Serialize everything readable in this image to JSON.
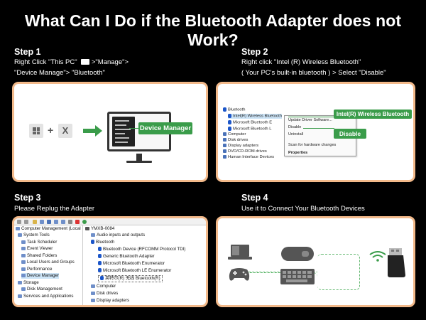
{
  "header": {
    "title": "What Can I Do if the Bluetooth Adapter does not Work?"
  },
  "step1": {
    "title": "Step 1",
    "line1_pre": "Right Click \"This PC\"",
    "line1_post": " >\"Manage\">",
    "line2": "\"Device Manage\"> \"Bluetooth\"",
    "label": "Device Manager",
    "key_x": "X",
    "plus": "+"
  },
  "step2": {
    "title": "Step 2",
    "line1": "Right click \"Intel (R) Wireless Bluetooth\"",
    "line2": "( Your PC's built-in bluetooth ) > Select \"Disable\"",
    "tree": {
      "root": "Bluetooth",
      "items": [
        "Intel(R) Wireless Bluetooth",
        "Microsoft Bluetooth E",
        "Microsoft Bluetooth L"
      ],
      "others": [
        "Computer",
        "Disk drives",
        "Display adapters",
        "DVD/CD-ROM drives",
        "Human Interface Devices"
      ]
    },
    "context_menu": [
      "Update Driver Software...",
      "Disable",
      "Uninstall",
      "Scan for hardware changes",
      "Properties"
    ],
    "label_device": "Intel(R) Wireless Bluetooth",
    "label_action": "Disable"
  },
  "step3": {
    "title": "Step 3",
    "desc": "Please Replug the Adapter",
    "left_tree": [
      "Computer Management (Local",
      "System Tools",
      "Task Scheduler",
      "Event Viewer",
      "Shared Folders",
      "Local Users and Groups",
      "Performance",
      "Device Manager",
      "Storage",
      "Disk Management",
      "Services and Applications"
    ],
    "right_tree": {
      "root": "YMXB-0084",
      "items_before": [
        "Audio inputs and outputs"
      ],
      "bluetooth": "Bluetooth",
      "bt_children": [
        "Bluetooth Device (RFCOMM Protocol TDI)",
        "Generic Bluetooth Adapter",
        "Microsoft Bluetooth Enumerator",
        "Microsoft Bluetooth LE Enumerator",
        "英特尔(R) 无线 Bluetooth(R)"
      ],
      "items_after": [
        "Computer",
        "Disk drives",
        "Display adapters"
      ]
    }
  },
  "step4": {
    "title": "Step 4",
    "desc": "Use it to Connect Your Bluetooth Devices",
    "devices": [
      "laptop-icon",
      "mouse-icon",
      "gamepad-icon",
      "keyboard-icon",
      "bluetooth-adapter-icon",
      "wifi-signal-icon"
    ]
  },
  "colors": {
    "accent_green": "#3a9c4a",
    "card_border": "#f2b98a",
    "background": "#000000"
  }
}
